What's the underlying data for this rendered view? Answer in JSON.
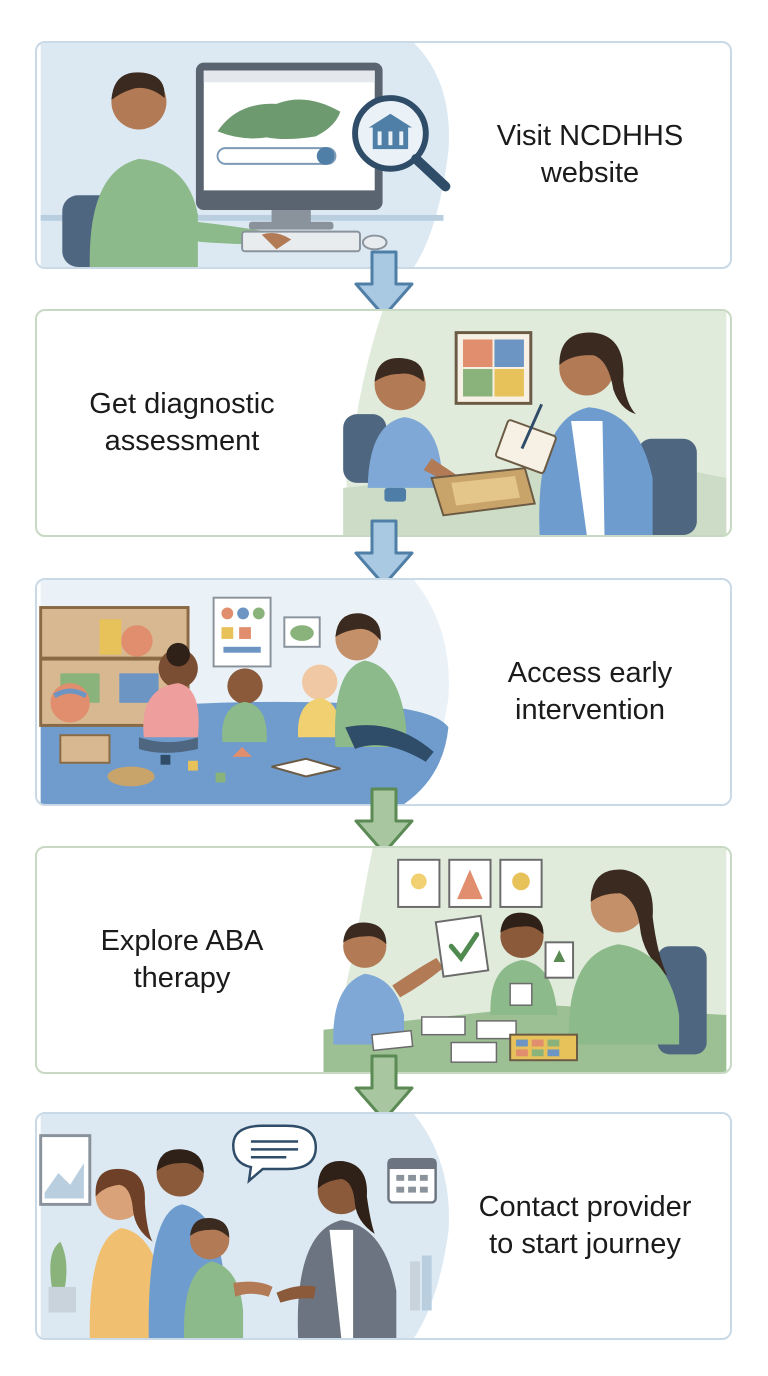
{
  "steps": [
    {
      "id": "visit",
      "label_line1": "Visit NCDHHS",
      "label_line2": "website",
      "accent": "#dce9f3"
    },
    {
      "id": "diagnostic",
      "label_line1": "Get diagnostic",
      "label_line2": "assessment",
      "accent": "#e0ebdc"
    },
    {
      "id": "early",
      "label_line1": "Access early",
      "label_line2": "intervention",
      "accent": "#dce9f3"
    },
    {
      "id": "aba",
      "label_line1": "Explore ABA",
      "label_line2": "therapy",
      "accent": "#e0ebdc"
    },
    {
      "id": "contact",
      "label_line1": "Contact provider",
      "label_line2": "to start journey",
      "accent": "#dce9f3"
    }
  ],
  "colors": {
    "blue_arrow_fill": "#a9c8e2",
    "blue_arrow_stroke": "#4f7fa6",
    "green_arrow_fill": "#a8c7a0",
    "green_arrow_stroke": "#5b8a55"
  }
}
